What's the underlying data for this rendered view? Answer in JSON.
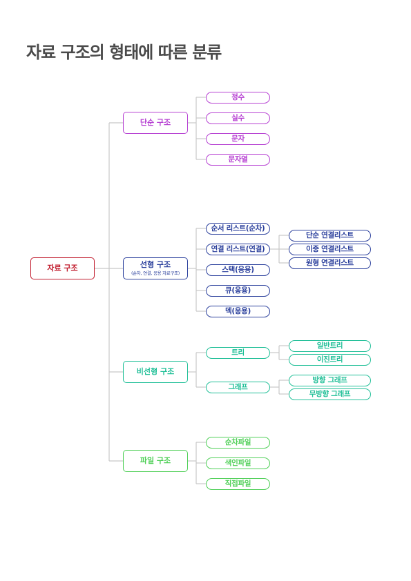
{
  "title": "자료 구조의 형태에 따른 분류",
  "root": "자료 구조",
  "simple": {
    "label": "단순 구조",
    "items": [
      "정수",
      "실수",
      "문자",
      "문자열"
    ]
  },
  "linear": {
    "label": "선형 구조",
    "sub": "(순차, 연결, 응용 자료구조)",
    "items": [
      "순서 리스트(순차)",
      "연결 리스트(연결)",
      "스택(응용)",
      "큐(응용)",
      "덱(응용)"
    ],
    "linked_items": [
      "단순 연결리스트",
      "이중 연결리스트",
      "원형 연결리스트"
    ]
  },
  "nonlinear": {
    "label": "비선형 구조",
    "items": [
      "트리",
      "그래프"
    ],
    "tree_items": [
      "일반트리",
      "이진트리"
    ],
    "graph_items": [
      "방향 그래프",
      "무방향 그래프"
    ]
  },
  "file": {
    "label": "파일 구조",
    "items": [
      "순차파일",
      "색인파일",
      "직접파일"
    ]
  },
  "colors": {
    "root": "#c0182a",
    "simple": "#b640d2",
    "linear": "#2a3f9c",
    "nonlinear": "#1fbf97",
    "file": "#4ecf56",
    "connector": "#c8c8c8"
  }
}
